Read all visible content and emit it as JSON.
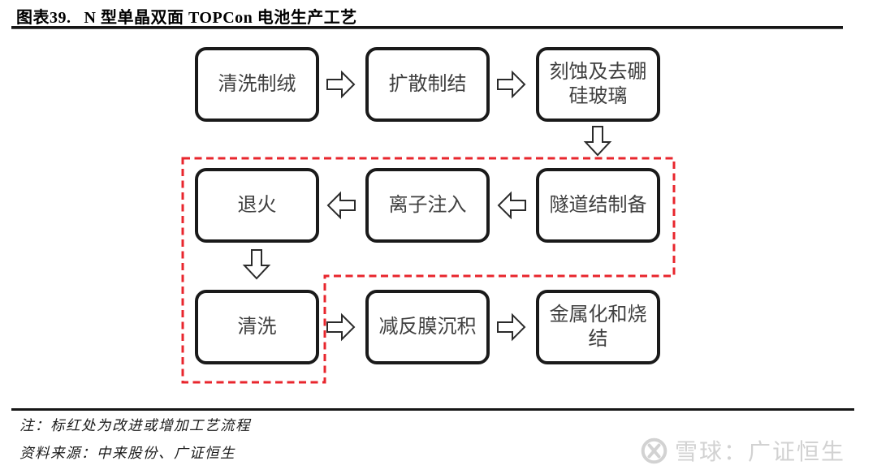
{
  "figure": {
    "title_label": "图表39.",
    "title_text": "N 型单晶双面 TOPCon 电池生产工艺",
    "note": "注：标红处为改进或增加工艺流程",
    "source": "资料来源：中来股份、广证恒生"
  },
  "flowchart": {
    "type": "process-flow",
    "rows": [
      {
        "flow": "right",
        "cells": [
          "清洗制绒",
          "扩散制结",
          "刻蚀及去硼硅玻璃"
        ]
      },
      {
        "flow": "left",
        "cells": [
          "退火",
          "离子注入",
          "隧道结制备"
        ]
      },
      {
        "flow": "right",
        "cells": [
          "清洗",
          "减反膜沉积",
          "金属化和烧结"
        ]
      }
    ],
    "highlighted_steps": [
      "隧道结制备",
      "离子注入",
      "退火",
      "清洗"
    ],
    "highlight_color": "#e8262d"
  },
  "watermark": {
    "icon": "xueqiu-logo",
    "text": "雪球：广证恒生"
  }
}
